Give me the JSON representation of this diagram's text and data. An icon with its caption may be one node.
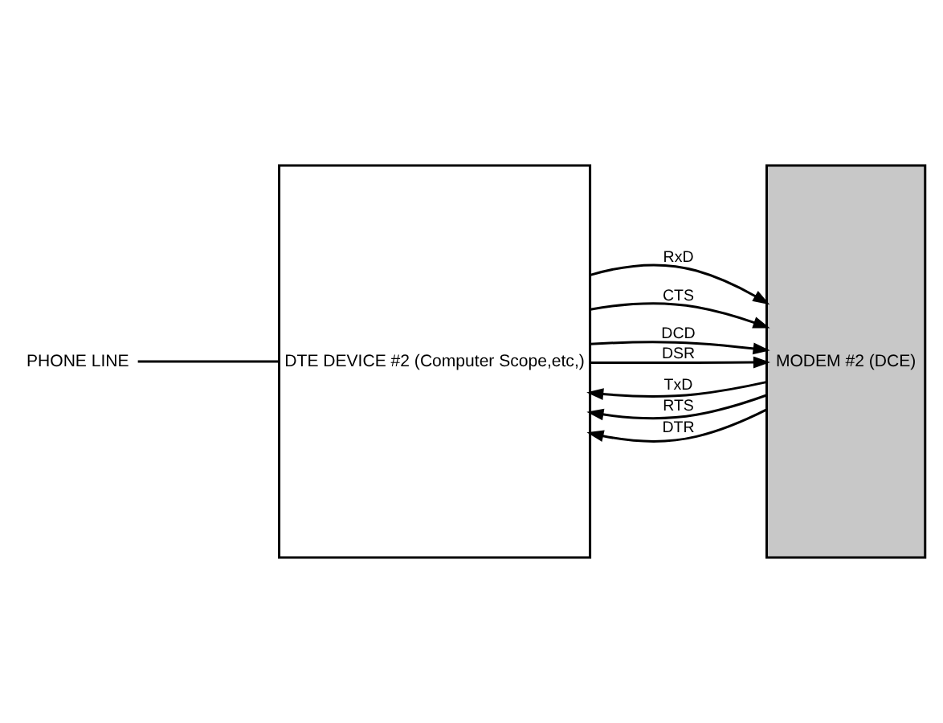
{
  "diagram": {
    "nodes": [
      {
        "text": [
          "DTE DEVICE #2 (Computer Scope,etc,)"
        ]
      },
      {
        "text": [
          "MODEM #2 (DCE)"
        ]
      },
      {
        "text": [
          "PHONE LINE"
        ]
      }
    ],
    "edges": [
      {
        "from": 1,
        "to": 0,
        "arrow": "to",
        "label": "TxD"
      },
      {
        "from": 0,
        "to": 1,
        "arrow": "to",
        "label": "RxD"
      },
      {
        "from": 1,
        "to": 0,
        "arrow": "to",
        "label": "RTS"
      },
      {
        "from": 0,
        "to": 1,
        "arrow": "to",
        "label": "CTS"
      },
      {
        "from": 0,
        "to": 1,
        "arrow": "to",
        "label": "DCD"
      },
      {
        "from": 1,
        "to": 0,
        "arrow": "to",
        "label": "DTR"
      },
      {
        "from": 0,
        "to": 1,
        "arrow": "to",
        "label": "DSR"
      },
      {
        "from": 2,
        "to": 0,
        "arrow": "none"
      }
    ]
  }
}
